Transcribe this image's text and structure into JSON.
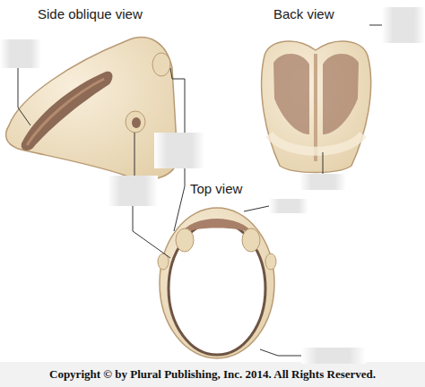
{
  "diagram": {
    "labels": [
      "Side oblique view",
      "Back view",
      "Top view",
      "Copyright © by Plural Publishing, Inc. 2014. All Rights Reserved."
    ]
  }
}
